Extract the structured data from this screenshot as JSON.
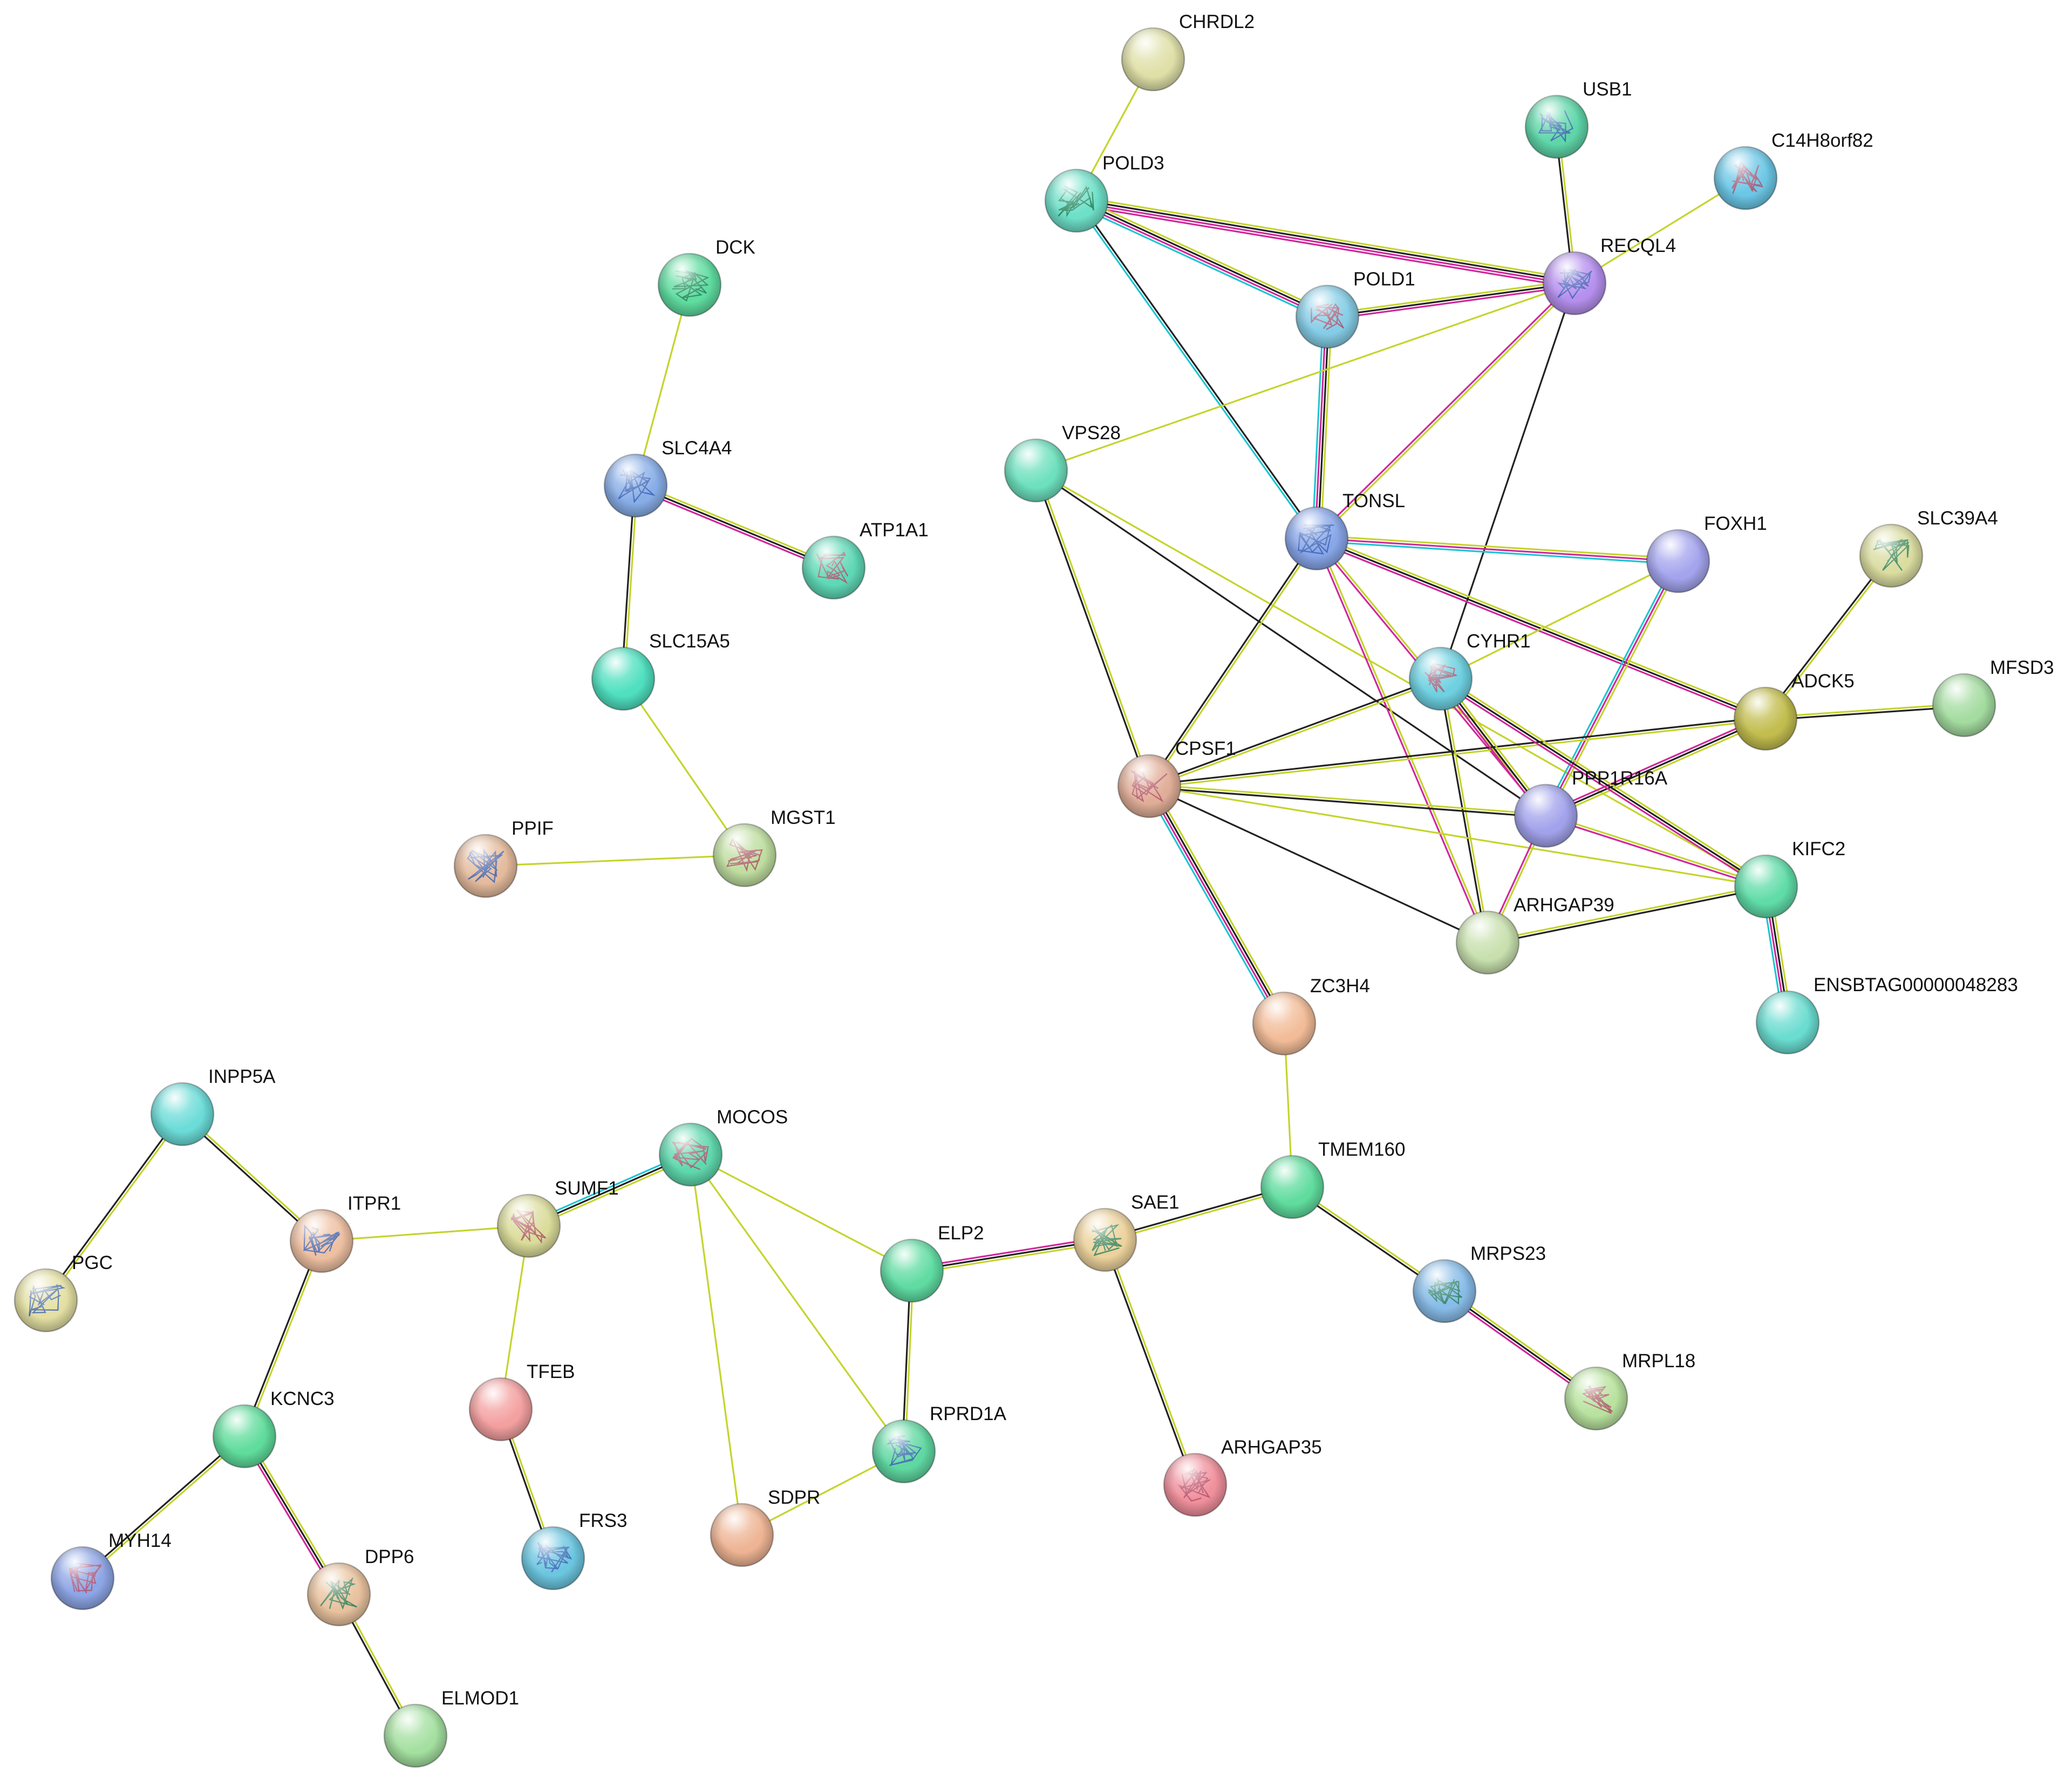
{
  "colors": {
    "textmining": "#c4d42c",
    "coexpression": "#222222",
    "experiments": "#d0289c",
    "database": "#1ec6d4"
  },
  "nodes": [
    {
      "id": "CHRDL2",
      "label": "CHRDL2",
      "color": "#dfe0a8",
      "structure": false
    },
    {
      "id": "USB1",
      "label": "USB1",
      "color": "#5fd6a9",
      "structure": true
    },
    {
      "id": "C14H8orf82",
      "label": "C14H8orf82",
      "color": "#6cc7e6",
      "structure": true
    },
    {
      "id": "POLD3",
      "label": "POLD3",
      "color": "#6ee0c8",
      "structure": true
    },
    {
      "id": "RECQL4",
      "label": "RECQL4",
      "color": "#b690ee",
      "structure": true
    },
    {
      "id": "POLD1",
      "label": "POLD1",
      "color": "#85cde6",
      "structure": true
    },
    {
      "id": "DCK",
      "label": "DCK",
      "color": "#5fdca0",
      "structure": true
    },
    {
      "id": "SLC4A4",
      "label": "SLC4A4",
      "color": "#88aee8",
      "structure": true
    },
    {
      "id": "ATP1A1",
      "label": "ATP1A1",
      "color": "#5fd8b6",
      "structure": true
    },
    {
      "id": "VPS28",
      "label": "VPS28",
      "color": "#6de0bd",
      "structure": false
    },
    {
      "id": "TONSL",
      "label": "TONSL",
      "color": "#88a6e8",
      "structure": true
    },
    {
      "id": "FOXH1",
      "label": "FOXH1",
      "color": "#a4a4ee",
      "structure": false
    },
    {
      "id": "SLC39A4",
      "label": "SLC39A4",
      "color": "#dadca0",
      "structure": true
    },
    {
      "id": "SLC15A5",
      "label": "SLC15A5",
      "color": "#4fe0bf",
      "structure": false
    },
    {
      "id": "CYHR1",
      "label": "CYHR1",
      "color": "#6ed0e0",
      "structure": true
    },
    {
      "id": "ADCK5",
      "label": "ADCK5",
      "color": "#c2bd4e",
      "structure": false
    },
    {
      "id": "MFSD3",
      "label": "MFSD3",
      "color": "#a4dca0",
      "structure": false
    },
    {
      "id": "CPSF1",
      "label": "CPSF1",
      "color": "#e0ae98",
      "structure": true
    },
    {
      "id": "PPP1R16A",
      "label": "PPP1R16A",
      "color": "#a2a2ec",
      "structure": false
    },
    {
      "id": "PPIF",
      "label": "PPIF",
      "color": "#e4bb9d",
      "structure": true
    },
    {
      "id": "MGST1",
      "label": "MGST1",
      "color": "#bfdea0",
      "structure": true
    },
    {
      "id": "KIFC2",
      "label": "KIFC2",
      "color": "#60dca8",
      "structure": false
    },
    {
      "id": "ARHGAP39",
      "label": "ARHGAP39",
      "color": "#c8e0ae",
      "structure": false
    },
    {
      "id": "ENSBTAG00000048283",
      "label": "ENSBTAG00000048283",
      "color": "#6adcd0",
      "structure": false
    },
    {
      "id": "ZC3H4",
      "label": "ZC3H4",
      "color": "#f2bc98",
      "structure": false
    },
    {
      "id": "INPP5A",
      "label": "INPP5A",
      "color": "#6cdcd8",
      "structure": false
    },
    {
      "id": "MOCOS",
      "label": "MOCOS",
      "color": "#5fd8ae",
      "structure": true
    },
    {
      "id": "TMEM160",
      "label": "TMEM160",
      "color": "#60dc9e",
      "structure": false
    },
    {
      "id": "ITPR1",
      "label": "ITPR1",
      "color": "#eec0a2",
      "structure": true
    },
    {
      "id": "SUMF1",
      "label": "SUMF1",
      "color": "#dadc9a",
      "structure": true
    },
    {
      "id": "SAE1",
      "label": "SAE1",
      "color": "#ecd29c",
      "structure": true
    },
    {
      "id": "PGC",
      "label": "PGC",
      "color": "#e4e0a4",
      "structure": true
    },
    {
      "id": "ELP2",
      "label": "ELP2",
      "color": "#60dca2",
      "structure": false
    },
    {
      "id": "MRPS23",
      "label": "MRPS23",
      "color": "#88bce8",
      "structure": true
    },
    {
      "id": "TFEB",
      "label": "TFEB",
      "color": "#f4a0a0",
      "structure": false
    },
    {
      "id": "MRPL18",
      "label": "MRPL18",
      "color": "#b8e29e",
      "structure": true
    },
    {
      "id": "KCNC3",
      "label": "KCNC3",
      "color": "#60dc9c",
      "structure": false
    },
    {
      "id": "RPRD1A",
      "label": "RPRD1A",
      "color": "#60d8a2",
      "structure": true
    },
    {
      "id": "ARHGAP35",
      "label": "ARHGAP35",
      "color": "#f0909c",
      "structure": true
    },
    {
      "id": "SDPR",
      "label": "SDPR",
      "color": "#eeb494",
      "structure": false
    },
    {
      "id": "FRS3",
      "label": "FRS3",
      "color": "#6cc6e0",
      "structure": true
    },
    {
      "id": "MYH14",
      "label": "MYH14",
      "color": "#8ea6e6",
      "structure": true
    },
    {
      "id": "DPP6",
      "label": "DPP6",
      "color": "#e8c29e",
      "structure": true
    },
    {
      "id": "ELMOD1",
      "label": "ELMOD1",
      "color": "#a4e0a0",
      "structure": false
    }
  ],
  "edges": [
    {
      "source": "CHRDL2",
      "target": "POLD3",
      "evidence": [
        "textmining"
      ]
    },
    {
      "source": "USB1",
      "target": "RECQL4",
      "evidence": [
        "textmining",
        "coexpression"
      ]
    },
    {
      "source": "C14H8orf82",
      "target": "RECQL4",
      "evidence": [
        "textmining"
      ]
    },
    {
      "source": "POLD3",
      "target": "RECQL4",
      "evidence": [
        "textmining",
        "coexpression",
        "experiments",
        "experiments"
      ]
    },
    {
      "source": "POLD3",
      "target": "POLD1",
      "evidence": [
        "textmining",
        "coexpression",
        "experiments",
        "database"
      ]
    },
    {
      "source": "POLD3",
      "target": "TONSL",
      "evidence": [
        "coexpression",
        "database"
      ]
    },
    {
      "source": "POLD1",
      "target": "RECQL4",
      "evidence": [
        "textmining",
        "coexpression",
        "experiments"
      ]
    },
    {
      "source": "POLD1",
      "target": "TONSL",
      "evidence": [
        "textmining",
        "coexpression",
        "experiments",
        "database"
      ]
    },
    {
      "source": "RECQL4",
      "target": "VPS28",
      "evidence": [
        "textmining"
      ]
    },
    {
      "source": "RECQL4",
      "target": "TONSL",
      "evidence": [
        "textmining",
        "experiments"
      ]
    },
    {
      "source": "RECQL4",
      "target": "CYHR1",
      "evidence": [
        "coexpression"
      ]
    },
    {
      "source": "DCK",
      "target": "SLC4A4",
      "evidence": [
        "textmining"
      ]
    },
    {
      "source": "SLC4A4",
      "target": "ATP1A1",
      "evidence": [
        "textmining",
        "coexpression",
        "experiments"
      ]
    },
    {
      "source": "SLC4A4",
      "target": "SLC15A5",
      "evidence": [
        "textmining",
        "coexpression"
      ]
    },
    {
      "source": "SLC15A5",
      "target": "MGST1",
      "evidence": [
        "textmining"
      ]
    },
    {
      "source": "PPIF",
      "target": "MGST1",
      "evidence": [
        "textmining"
      ]
    },
    {
      "source": "VPS28",
      "target": "CPSF1",
      "evidence": [
        "textmining",
        "coexpression"
      ]
    },
    {
      "source": "VPS28",
      "target": "PPP1R16A",
      "evidence": [
        "coexpression"
      ]
    },
    {
      "source": "VPS28",
      "target": "KIFC2",
      "evidence": [
        "textmining"
      ]
    },
    {
      "source": "TONSL",
      "target": "FOXH1",
      "evidence": [
        "textmining",
        "experiments",
        "database"
      ]
    },
    {
      "source": "TONSL",
      "target": "ADCK5",
      "evidence": [
        "textmining",
        "coexpression",
        "experiments"
      ]
    },
    {
      "source": "TONSL",
      "target": "CPSF1",
      "evidence": [
        "textmining",
        "coexpression"
      ]
    },
    {
      "source": "TONSL",
      "target": "ARHGAP39",
      "evidence": [
        "textmining",
        "experiments"
      ]
    },
    {
      "source": "TONSL",
      "target": "PPP1R16A",
      "evidence": [
        "textmining",
        "experiments"
      ]
    },
    {
      "source": "FOXH1",
      "target": "PPP1R16A",
      "evidence": [
        "textmining",
        "experiments",
        "database"
      ]
    },
    {
      "source": "FOXH1",
      "target": "CYHR1",
      "evidence": [
        "textmining"
      ]
    },
    {
      "source": "SLC39A4",
      "target": "ADCK5",
      "evidence": [
        "textmining",
        "coexpression"
      ]
    },
    {
      "source": "ADCK5",
      "target": "MFSD3",
      "evidence": [
        "textmining",
        "coexpression"
      ]
    },
    {
      "source": "ADCK5",
      "target": "CPSF1",
      "evidence": [
        "textmining",
        "coexpression"
      ]
    },
    {
      "source": "ADCK5",
      "target": "PPP1R16A",
      "evidence": [
        "textmining",
        "coexpression",
        "experiments"
      ]
    },
    {
      "source": "CYHR1",
      "target": "CPSF1",
      "evidence": [
        "textmining",
        "coexpression"
      ]
    },
    {
      "source": "CYHR1",
      "target": "PPP1R16A",
      "evidence": [
        "textmining",
        "coexpression",
        "experiments"
      ]
    },
    {
      "source": "CYHR1",
      "target": "KIFC2",
      "evidence": [
        "textmining",
        "coexpression",
        "experiments"
      ]
    },
    {
      "source": "CYHR1",
      "target": "ARHGAP39",
      "evidence": [
        "textmining",
        "coexpression"
      ]
    },
    {
      "source": "CPSF1",
      "target": "PPP1R16A",
      "evidence": [
        "textmining",
        "coexpression"
      ]
    },
    {
      "source": "CPSF1",
      "target": "KIFC2",
      "evidence": [
        "textmining"
      ]
    },
    {
      "source": "CPSF1",
      "target": "ARHGAP39",
      "evidence": [
        "coexpression"
      ]
    },
    {
      "source": "CPSF1",
      "target": "ZC3H4",
      "evidence": [
        "textmining",
        "coexpression",
        "experiments",
        "database"
      ]
    },
    {
      "source": "PPP1R16A",
      "target": "KIFC2",
      "evidence": [
        "textmining",
        "experiments"
      ]
    },
    {
      "source": "PPP1R16A",
      "target": "ARHGAP39",
      "evidence": [
        "textmining",
        "experiments"
      ]
    },
    {
      "source": "ARHGAP39",
      "target": "KIFC2",
      "evidence": [
        "textmining",
        "coexpression"
      ]
    },
    {
      "source": "KIFC2",
      "target": "ENSBTAG00000048283",
      "evidence": [
        "textmining",
        "coexpression",
        "experiments",
        "database"
      ]
    },
    {
      "source": "ZC3H4",
      "target": "TMEM160",
      "evidence": [
        "textmining"
      ]
    },
    {
      "source": "TMEM160",
      "target": "SAE1",
      "evidence": [
        "textmining",
        "coexpression"
      ]
    },
    {
      "source": "TMEM160",
      "target": "MRPS23",
      "evidence": [
        "textmining",
        "coexpression"
      ]
    },
    {
      "source": "MRPS23",
      "target": "MRPL18",
      "evidence": [
        "textmining",
        "coexpression",
        "experiments"
      ]
    },
    {
      "source": "SAE1",
      "target": "ELP2",
      "evidence": [
        "textmining",
        "coexpression",
        "experiments"
      ]
    },
    {
      "source": "SAE1",
      "target": "ARHGAP35",
      "evidence": [
        "textmining",
        "coexpression"
      ]
    },
    {
      "source": "MOCOS",
      "target": "SUMF1",
      "evidence": [
        "textmining",
        "coexpression",
        "database"
      ]
    },
    {
      "source": "MOCOS",
      "target": "ELP2",
      "evidence": [
        "textmining"
      ]
    },
    {
      "source": "MOCOS",
      "target": "RPRD1A",
      "evidence": [
        "textmining"
      ]
    },
    {
      "source": "MOCOS",
      "target": "SDPR",
      "evidence": [
        "textmining"
      ]
    },
    {
      "source": "ELP2",
      "target": "RPRD1A",
      "evidence": [
        "textmining",
        "coexpression"
      ]
    },
    {
      "source": "RPRD1A",
      "target": "SDPR",
      "evidence": [
        "textmining"
      ]
    },
    {
      "source": "INPP5A",
      "target": "PGC",
      "evidence": [
        "textmining",
        "coexpression"
      ]
    },
    {
      "source": "INPP5A",
      "target": "ITPR1",
      "evidence": [
        "textmining",
        "coexpression"
      ]
    },
    {
      "source": "ITPR1",
      "target": "SUMF1",
      "evidence": [
        "textmining"
      ]
    },
    {
      "source": "ITPR1",
      "target": "KCNC3",
      "evidence": [
        "textmining",
        "coexpression"
      ]
    },
    {
      "source": "SUMF1",
      "target": "TFEB",
      "evidence": [
        "textmining"
      ]
    },
    {
      "source": "TFEB",
      "target": "FRS3",
      "evidence": [
        "textmining",
        "coexpression"
      ]
    },
    {
      "source": "KCNC3",
      "target": "MYH14",
      "evidence": [
        "textmining",
        "coexpression"
      ]
    },
    {
      "source": "KCNC3",
      "target": "DPP6",
      "evidence": [
        "textmining",
        "coexpression",
        "experiments"
      ]
    },
    {
      "source": "DPP6",
      "target": "ELMOD1",
      "evidence": [
        "textmining",
        "coexpression"
      ]
    }
  ]
}
